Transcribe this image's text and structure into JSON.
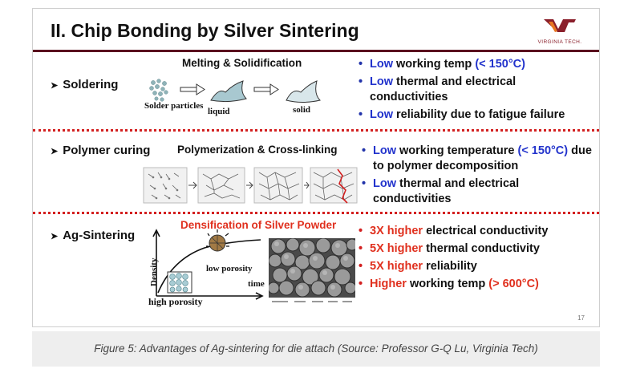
{
  "slide": {
    "title": "II. Chip Bonding by Silver Sintering",
    "logo": {
      "caption": "VIRGINIA TECH."
    },
    "page_number": "17"
  },
  "soldering": {
    "label": "Soldering",
    "process_title": "Melting & Solidification",
    "stage_labels": [
      "Solder particles",
      "liquid",
      "solid"
    ],
    "bullets": [
      [
        {
          "t": "Low",
          "c": "blue"
        },
        {
          "t": " working temp ",
          "c": ""
        },
        {
          "t": "(< 150°C)",
          "c": "blue"
        }
      ],
      [
        {
          "t": "Low",
          "c": "blue"
        },
        {
          "t": " thermal and electrical conductivities",
          "c": ""
        }
      ],
      [
        {
          "t": "Low",
          "c": "blue"
        },
        {
          "t": " reliability due to fatigue failure",
          "c": ""
        }
      ]
    ]
  },
  "polymer": {
    "label": "Polymer curing",
    "process_title": "Polymerization & Cross-linking",
    "bullets": [
      [
        {
          "t": "Low",
          "c": "blue"
        },
        {
          "t": " working temperature ",
          "c": ""
        },
        {
          "t": "(< 150°C)",
          "c": "blue"
        },
        {
          "t": " due to polymer decomposition",
          "c": ""
        }
      ],
      [
        {
          "t": "Low",
          "c": "blue"
        },
        {
          "t": " thermal and electrical conductivities",
          "c": ""
        }
      ]
    ]
  },
  "sintering": {
    "label": "Ag-Sintering",
    "process_title": "Densification of Silver Powder",
    "axis_y": "Density",
    "axis_x": "time",
    "low_porosity": "low porosity",
    "high_porosity": "high porosity",
    "bullets": [
      [
        {
          "t": "3X higher",
          "c": "red"
        },
        {
          "t": " electrical conductivity",
          "c": ""
        }
      ],
      [
        {
          "t": "5X higher",
          "c": "red"
        },
        {
          "t": " thermal conductivity",
          "c": ""
        }
      ],
      [
        {
          "t": "5X higher",
          "c": "red"
        },
        {
          "t": " reliability",
          "c": ""
        }
      ],
      [
        {
          "t": "Higher",
          "c": "red"
        },
        {
          "t": " working temp ",
          "c": ""
        },
        {
          "t": "(> 600°C)",
          "c": "red"
        }
      ]
    ]
  },
  "caption": "Figure 5: Advantages of Ag-sintering for die attach (Source: Professor G-Q Lu, Virginia Tech)",
  "colors": {
    "accent_blue": "#2233cc",
    "accent_red": "#e0301e",
    "divider_red": "#d32020",
    "title_rule": "#5a0f1e"
  }
}
